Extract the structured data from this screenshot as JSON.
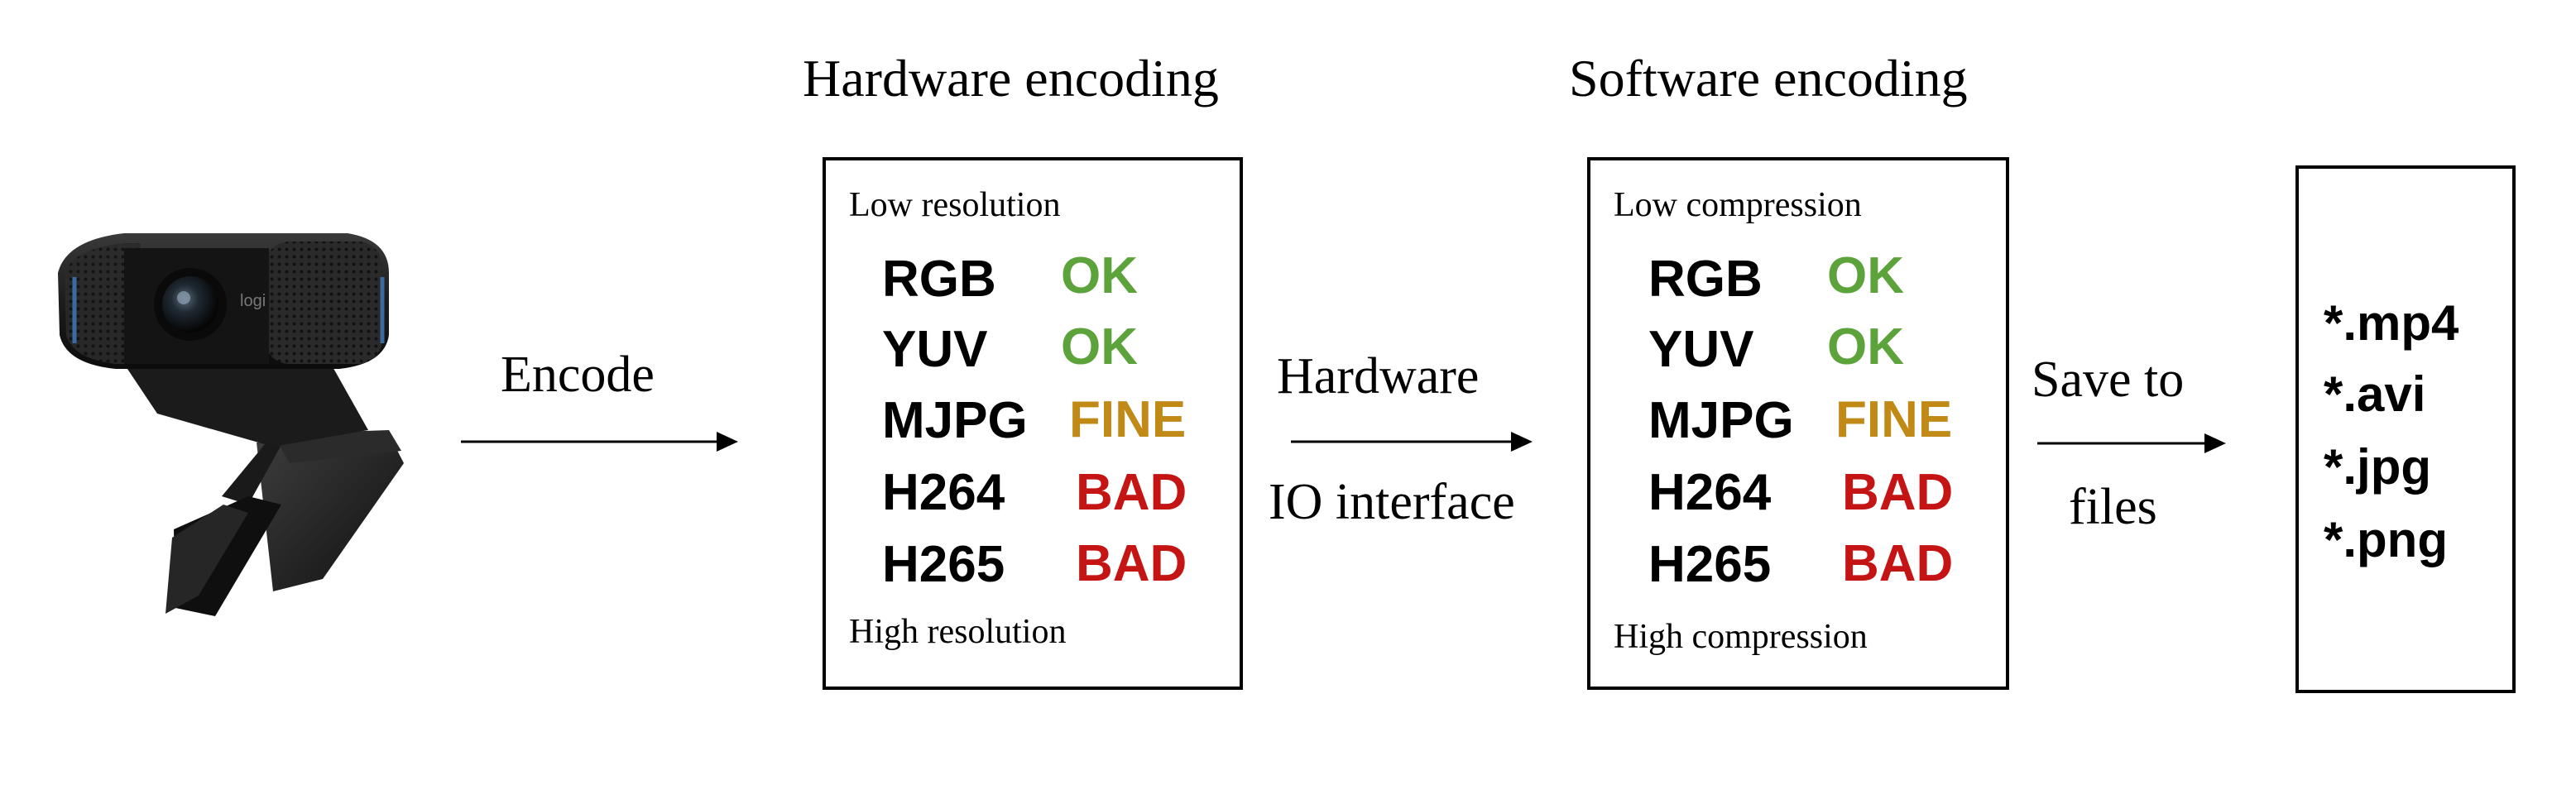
{
  "titles": {
    "hardware": "Hardware encoding",
    "software": "Software encoding"
  },
  "edges": {
    "encode": "Encode",
    "hardware_line1": "Hardware",
    "hardware_line2": "IO interface",
    "save_line1": "Save to",
    "save_line2": "files"
  },
  "hardware_box": {
    "top_caption": "Low resolution",
    "bottom_caption": "High resolution",
    "rows": [
      {
        "format": "RGB",
        "status": "OK",
        "status_color": "#5da33b"
      },
      {
        "format": "YUV",
        "status": "OK",
        "status_color": "#5da33b"
      },
      {
        "format": "MJPG",
        "status": "FINE",
        "status_color": "#c18a17"
      },
      {
        "format": "H264",
        "status": "BAD",
        "status_color": "#c41414"
      },
      {
        "format": "H265",
        "status": "BAD",
        "status_color": "#c41414"
      }
    ]
  },
  "software_box": {
    "top_caption": "Low compression",
    "bottom_caption": "High compression",
    "rows": [
      {
        "format": "RGB",
        "status": "OK",
        "status_color": "#5da33b"
      },
      {
        "format": "YUV",
        "status": "OK",
        "status_color": "#5da33b"
      },
      {
        "format": "MJPG",
        "status": "FINE",
        "status_color": "#c18a17"
      },
      {
        "format": "H264",
        "status": "BAD",
        "status_color": "#c41414"
      },
      {
        "format": "H265",
        "status": "BAD",
        "status_color": "#c41414"
      }
    ]
  },
  "files_box": {
    "extensions": [
      "*.mp4",
      "*.avi",
      "*.jpg",
      "*.png"
    ]
  },
  "camera": {
    "icon": "webcam-icon",
    "brand": "logi"
  }
}
